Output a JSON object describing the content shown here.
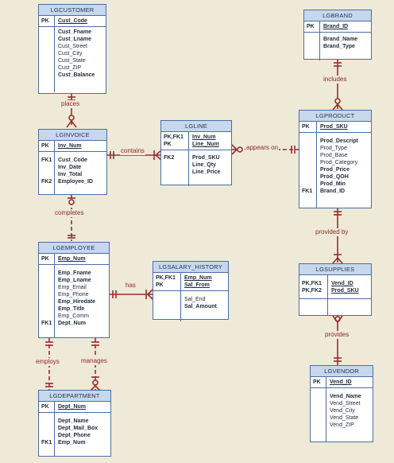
{
  "entities": {
    "customer": {
      "title": "LGCUSTOMER",
      "pk_key": "PK",
      "pk_attr": "Cust_Code",
      "attrs": [
        "Cust_Fname",
        "Cust_Lname",
        "Cust_Street",
        "Cust_City",
        "Cust_State",
        "Cust_ZIP",
        "Cust_Balance"
      ]
    },
    "brand": {
      "title": "LGBRAND",
      "pk_key": "PK",
      "pk_attr": "Brand_ID",
      "attrs": [
        "Brand_Name",
        "Brand_Type"
      ]
    },
    "invoice": {
      "title": "LGINVOICE",
      "pk_key": "PK",
      "pk_attr": "Inv_Num",
      "fk1_key": "FK1",
      "fk2_key": "FK2",
      "attrs": [
        "Cust_Code",
        "Inv_Date",
        "Inv_Total",
        "Employee_ID"
      ]
    },
    "line": {
      "title": "LGLINE",
      "pk1_key": "PK,FK1",
      "pk2_key": "PK",
      "pk1_attr": "Inv_Num",
      "pk2_attr": "Line_Num",
      "fk2_key": "FK2",
      "attrs": [
        "Prod_SKU",
        "Line_Qty",
        "Line_Price"
      ]
    },
    "product": {
      "title": "LGPRODUCT",
      "pk_key": "PK",
      "pk_attr": "Prod_SKU",
      "fk1_key": "FK1",
      "attrs": [
        "Prod_Descript",
        "Prod_Type",
        "Prod_Base",
        "Prod_Category",
        "Prod_Price",
        "Prod_QOH",
        "Prod_Min",
        "Brand_ID"
      ]
    },
    "employee": {
      "title": "LGEMPLOYEE",
      "pk_key": "PK",
      "pk_attr": "Emp_Num",
      "fk1_key": "FK1",
      "attrs": [
        "Emp_Fname",
        "Emp_Lname",
        "Emp_Email",
        "Emp_Phone",
        "Emp_Hiredate",
        "Emp_Title",
        "Emp_Comm",
        "Dept_Num"
      ]
    },
    "salary": {
      "title": "LGSALARY_HISTORY",
      "pk1_key": "PK,FK1",
      "pk2_key": "PK",
      "pk1_attr": "Emp_Num",
      "pk2_attr": "Sal_From",
      "attrs": [
        "Sal_End",
        "Sal_Amount"
      ]
    },
    "supplies": {
      "title": "LGSUPPLIES",
      "pk1_key": "PK,FK1",
      "pk2_key": "PK,FK2",
      "pk1_attr": "Vend_ID",
      "pk2_attr": "Prod_SKU"
    },
    "department": {
      "title": "LGDEPARTMENT",
      "pk_key": "PK",
      "pk_attr": "Dept_Num",
      "fk1_key": "FK1",
      "attrs": [
        "Dept_Name",
        "Dept_Mail_Box",
        "Dept_Phone",
        "Emp_Num"
      ]
    },
    "vendor": {
      "title": "LGVENDOR",
      "pk_key": "PK",
      "pk_attr": "Vend_ID",
      "attrs": [
        "Vend_Name",
        "Vend_Street",
        "Vend_City",
        "Vend_State",
        "Vend_ZIP"
      ]
    }
  },
  "relationships": {
    "places": "places",
    "includes": "includes",
    "contains": "contains",
    "appears_on": "appears on",
    "completes": "completes",
    "provided_by": "provided by",
    "has": "has",
    "provides": "provides",
    "employs": "employs",
    "manages": "manages"
  },
  "colors": {
    "background": "#efe9d7",
    "entity_border": "#4a6fa5",
    "entity_header": "#c7d7ec",
    "relationship_line": "#9b2d2d"
  }
}
